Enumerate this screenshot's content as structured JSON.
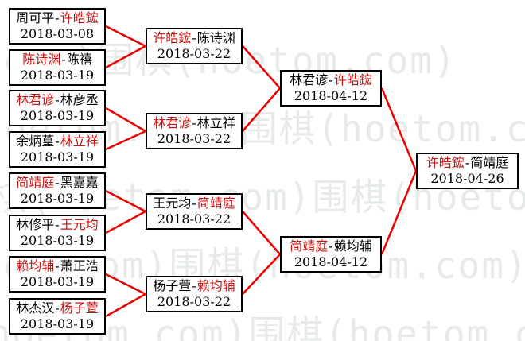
{
  "ui": {
    "separator": "-"
  },
  "watermark": {
    "text": "围棋(hoetom.com)"
  },
  "colors": {
    "winner_red": "#cc1111",
    "connector_red": "#ee0000",
    "box_border": "#000000",
    "watermark_gray": "#e6eae8",
    "background": "#ffffff"
  },
  "bracket": {
    "round1": [
      {
        "left": "周可平",
        "right": "许皓鋐",
        "winner": "right",
        "date": "2018-03-08"
      },
      {
        "left": "陈诗渊",
        "right": "陈禧",
        "winner": "left",
        "date": "2018-03-19"
      },
      {
        "left": "林君谚",
        "right": "林彦丞",
        "winner": "left",
        "date": "2018-03-19"
      },
      {
        "left": "余炳葟",
        "right": "林立祥",
        "winner": "right",
        "date": "2018-03-19"
      },
      {
        "left": "简靖庭",
        "right": "黑嘉嘉",
        "winner": "left",
        "date": "2018-03-19"
      },
      {
        "left": "林修平",
        "right": "王元均",
        "winner": "right",
        "date": "2018-03-19"
      },
      {
        "left": "赖均辅",
        "right": "萧正浩",
        "winner": "left",
        "date": "2018-03-19"
      },
      {
        "left": "林杰汉",
        "right": "杨子萱",
        "winner": "right",
        "date": "2018-03-19"
      }
    ],
    "round2": [
      {
        "left": "许皓鋐",
        "right": "陈诗渊",
        "winner": "left",
        "date": "2018-03-22"
      },
      {
        "left": "林君谚",
        "right": "林立祥",
        "winner": "left",
        "date": "2018-03-22"
      },
      {
        "left": "王元均",
        "right": "简靖庭",
        "winner": "right",
        "date": "2018-03-22"
      },
      {
        "left": "杨子萱",
        "right": "赖均辅",
        "winner": "right",
        "date": "2018-03-22"
      }
    ],
    "semifinals": [
      {
        "left": "林君谚",
        "right": "许皓鋐",
        "winner": "right",
        "date": "2018-04-12"
      },
      {
        "left": "简靖庭",
        "right": "赖均辅",
        "winner": "left",
        "date": "2018-04-12"
      }
    ],
    "final": [
      {
        "left": "许皓鋐",
        "right": "简靖庭",
        "winner": "left",
        "date": "2018-04-26"
      }
    ]
  }
}
